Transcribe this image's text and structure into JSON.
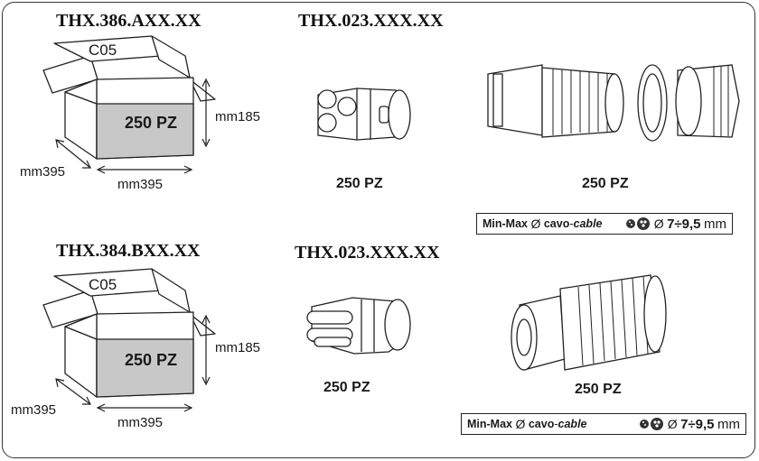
{
  "rows": [
    {
      "box_code": "THX.386.AXX.XX",
      "box_label": "C05",
      "box_qty": "250 PZ",
      "height_dim": "mm185",
      "depth_dim": "mm395",
      "width_dim": "mm395",
      "part_code": "THX.023.XXX.XX",
      "part_qty": "250 PZ",
      "gland_qty": "250 PZ",
      "cable": {
        "prefix": "Min-Max",
        "symbol": "Ø",
        "word": "cavo",
        "dash": " - ",
        "word_it": "cable",
        "range": "7÷9,5",
        "unit": "mm"
      }
    },
    {
      "box_code": "THX.384.BXX.XX",
      "box_label": "C05",
      "box_qty": "250 PZ",
      "height_dim": "mm185",
      "depth_dim": "mm395",
      "width_dim": "mm395",
      "part_code": "THX.023.XXX.XX",
      "part_qty": "250 PZ",
      "gland_qty": "250 PZ",
      "cable": {
        "prefix": "Min-Max",
        "symbol": "Ø",
        "word": "cavo",
        "dash": " - ",
        "word_it": "cable",
        "range": "7÷9,5",
        "unit": "mm"
      }
    }
  ],
  "icons": {
    "box": "cardboard-box-icon",
    "connector": "connector-insert-icon",
    "gland": "cable-gland-icon",
    "pin": "pin-layout-icon"
  }
}
